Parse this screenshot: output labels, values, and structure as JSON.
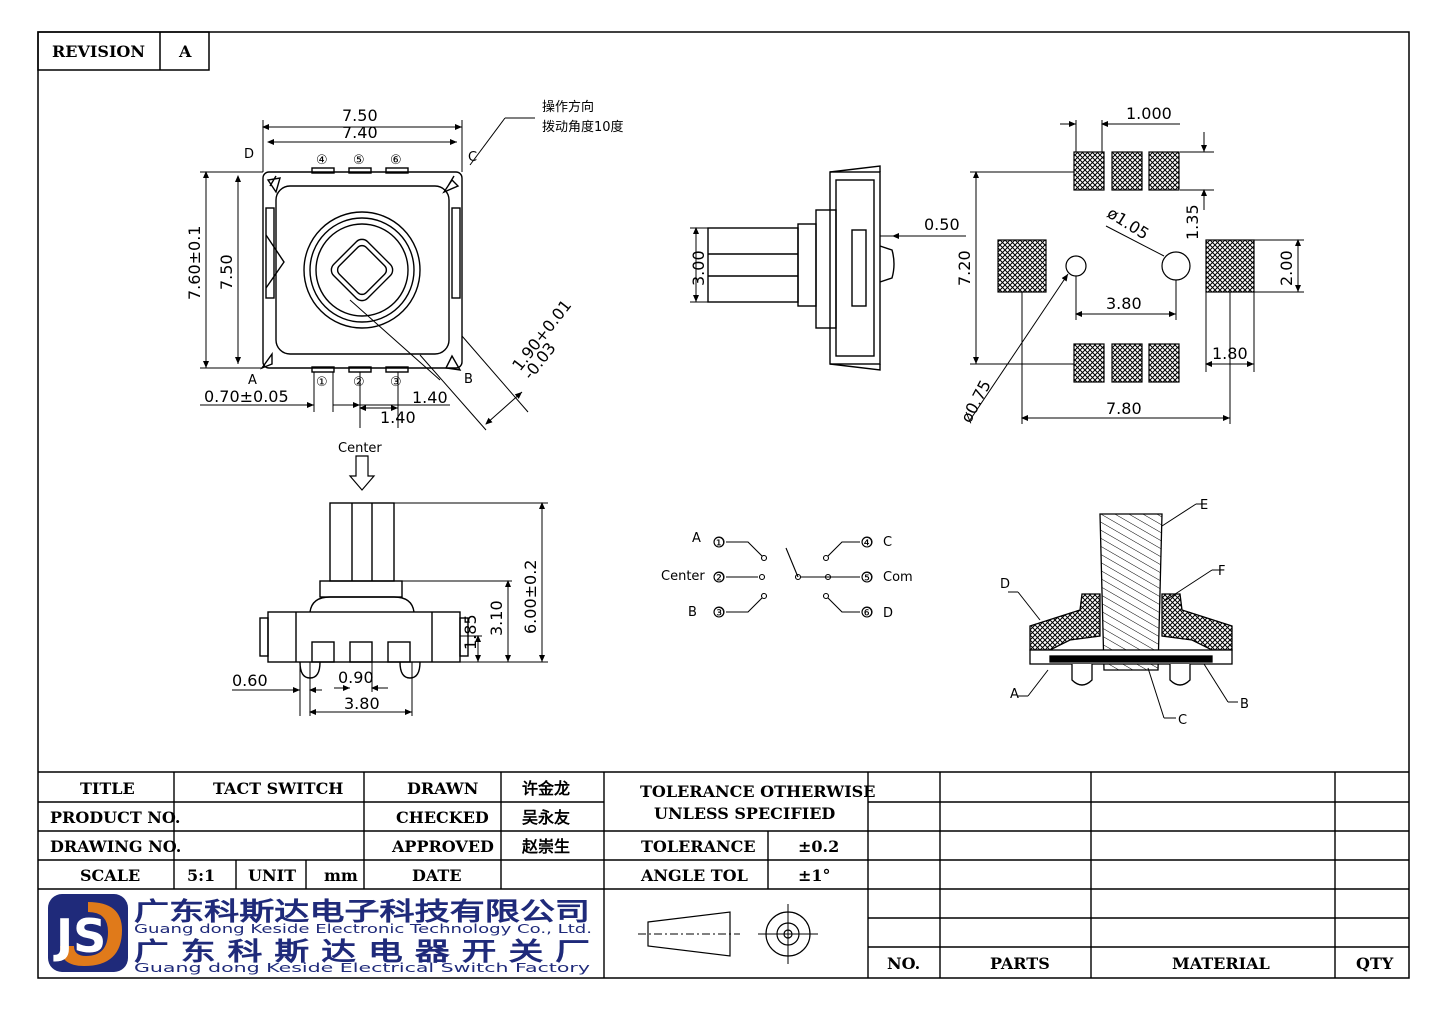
{
  "revision": {
    "label": "REVISION",
    "value": "A"
  },
  "notes": {
    "op_direction": "操作方向",
    "angle": "拨动角度10度"
  },
  "top_view": {
    "dims": {
      "w_outer": "7.50",
      "w_inner": "7.40",
      "h_outer": "7.60±0.1",
      "h_inner": "7.50",
      "pin_w": "0.70±0.05",
      "pitch_a": "1.40",
      "pitch_b": "1.40",
      "diag": "1.90+0.01\n-0.03"
    },
    "corners": {
      "d": "D",
      "c": "C",
      "a": "A",
      "b": "B"
    },
    "pins_top": [
      "④",
      "⑤",
      "⑥"
    ],
    "pins_bottom": [
      "①",
      "②",
      "③"
    ],
    "center_label": "Center"
  },
  "side_view": {
    "dims": {
      "stem": "3.00",
      "lead": "0.50"
    }
  },
  "pad_layout": {
    "dims": {
      "pitch": "1.000",
      "hole_dia": "ø1.05",
      "pad_h": "1.35",
      "h": "7.20",
      "hole_dist": "3.80",
      "pad_w": "2.00",
      "pad_gap": "1.80",
      "w": "7.80",
      "lead_dia": "ø0.75"
    }
  },
  "front_view": {
    "dims": {
      "h_total": "6.00±0.2",
      "h_body": "3.10",
      "h_base": "1.85",
      "pin_w": "0.60",
      "pin_gap": "0.90",
      "pin_span": "3.80"
    }
  },
  "schematic": {
    "left": [
      {
        "letter": "A",
        "pin": "①"
      },
      {
        "letter": "Center",
        "pin": "②"
      },
      {
        "letter": "B",
        "pin": "③"
      }
    ],
    "right": [
      {
        "letter": "C",
        "pin": "④"
      },
      {
        "letter": "Com",
        "pin": "⑤"
      },
      {
        "letter": "D",
        "pin": "⑥"
      }
    ]
  },
  "section_labels": [
    "E",
    "F",
    "D",
    "A",
    "C",
    "B"
  ],
  "title_block": {
    "title_label": "TITLE",
    "title_value": "TACT SWITCH",
    "product_label": "PRODUCT NO.",
    "product_value": "",
    "drawing_label": "DRAWING NO.",
    "drawing_value": "",
    "scale_label": "SCALE",
    "scale_value": "5:1",
    "unit_label": "UNIT",
    "unit_value": "mm",
    "drawn_label": "DRAWN",
    "drawn_value": "许金龙",
    "checked_label": "CHECKED",
    "checked_value": "吴永友",
    "approved_label": "APPROVED",
    "approved_value": "赵崇生",
    "date_label": "DATE",
    "date_value": "",
    "tol_header_1": "TOLERANCE OTHERWISE",
    "tol_header_2": "UNLESS SPECIFIED",
    "tol_label": "TOLERANCE",
    "tol_value": "±0.2",
    "angle_label": "ANGLE TOL",
    "angle_value": "±1°",
    "bom_headers": [
      "NO.",
      "PARTS",
      "MATERIAL",
      "QTY"
    ]
  },
  "company": {
    "name_cn": "广东科斯达电子科技有限公司",
    "name_en": "Guang dong Keside  Electronic Technology Co., Ltd.",
    "factory_cn": "广 东 科 斯 达 电 器 开 关 厂",
    "factory_en": "Guang dong Keside Electrical Switch Factory",
    "logo_letters": "JS",
    "colors": {
      "navy": "#1f2a7a",
      "orange": "#e07a1a"
    }
  }
}
